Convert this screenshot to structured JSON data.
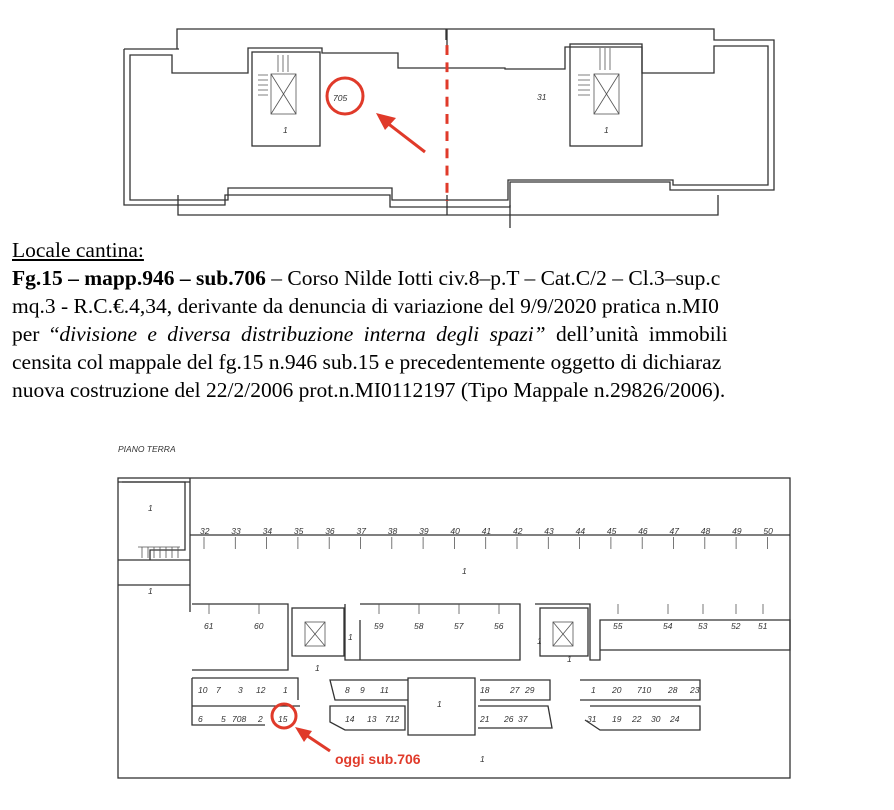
{
  "top_plan": {
    "labels": [
      "1",
      "705",
      "31",
      "1"
    ],
    "accent_color": "#e03a2a"
  },
  "text": {
    "heading": "Locale cantina:",
    "line1_bold": "Fg.15 – mapp.946 – sub.706",
    "line1_rest": " – Corso Nilde Iotti civ.8–p.T – Cat.C/2 – Cl.3–sup.c",
    "line2": "mq.3 - R.C.€.4,34, derivante da denuncia di variazione del 9/9/2020 pratica n.MI0",
    "line3_a": "per “",
    "line3_italic": "divisione e diversa distribuzione interna degli spazi”",
    "line3_b": " dell’unità immobili",
    "line4": "censita col mappale del fg.15 n.946 sub.15 e precedentemente oggetto di dichiaraz",
    "line5": "nuova costruzione del 22/2/2006 prot.n.MI0112197 (Tipo Mappale n.29826/2006)."
  },
  "bottom_plan": {
    "title": "PIANO TERRA",
    "top_row": [
      "32",
      "33",
      "34",
      "35",
      "36",
      "37",
      "38",
      "39",
      "40",
      "41",
      "42",
      "43",
      "44",
      "45",
      "46",
      "47",
      "48",
      "49",
      "50"
    ],
    "second_row": [
      "61",
      "60",
      "59",
      "58",
      "57",
      "56",
      "55",
      "54",
      "53",
      "52",
      "51"
    ],
    "row_a": [
      "10",
      "7",
      "3",
      "12",
      "1",
      "8",
      "9",
      "11",
      "18",
      "27",
      "29",
      "1",
      "20",
      "710",
      "28",
      "23"
    ],
    "row_b": [
      "6",
      "5",
      "708",
      "2",
      "15",
      "14",
      "13",
      "712",
      "21",
      "26",
      "37",
      "31",
      "19",
      "22",
      "30",
      "24"
    ],
    "area_labels": [
      "1",
      "1",
      "1",
      "1",
      "1",
      "1",
      "1",
      "1"
    ],
    "annotation": "oggi sub.706"
  }
}
